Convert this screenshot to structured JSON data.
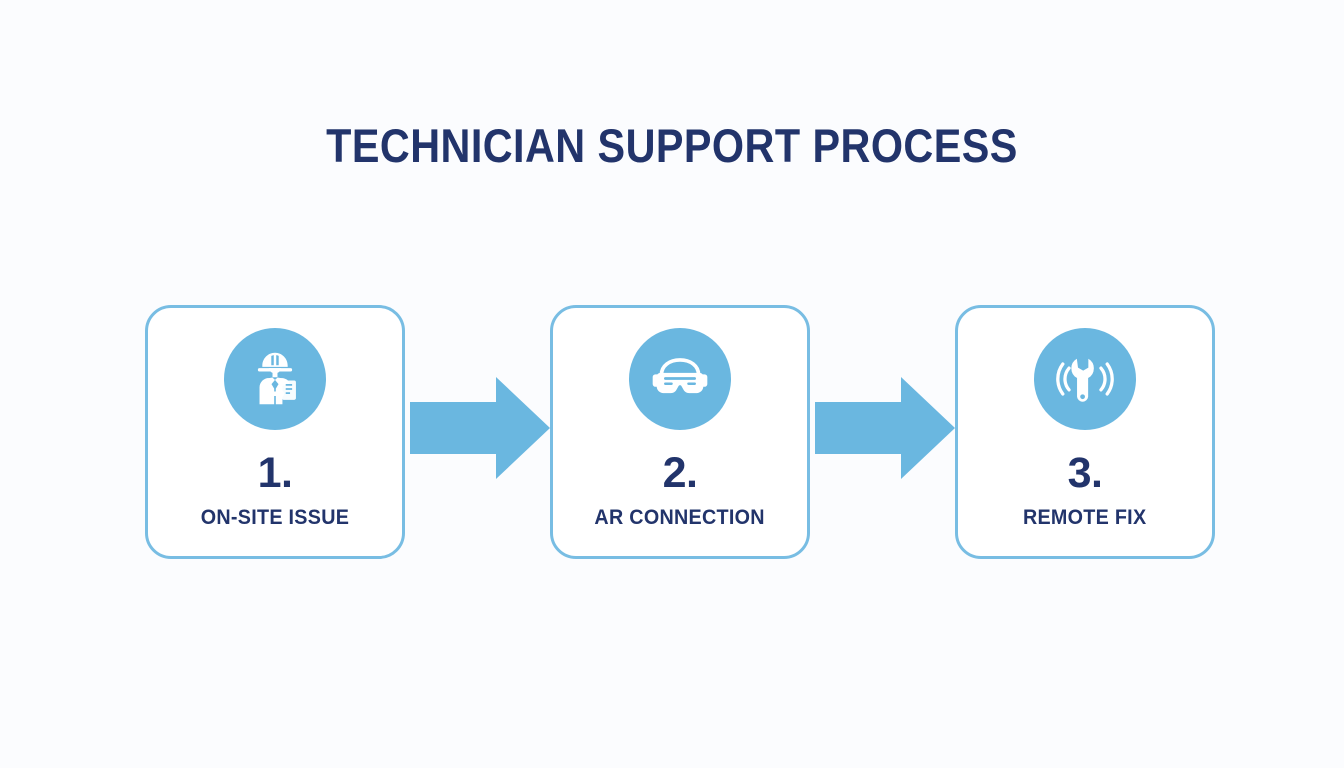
{
  "page": {
    "title": "TECHNICIAN SUPPORT PROCESS",
    "background_color": "#fbfcfe",
    "accent_color": "#6ab7e0",
    "card_border_color": "#78bde3",
    "text_color": "#22346b"
  },
  "flow": {
    "steps": [
      {
        "number": "1.",
        "label": "ON-SITE ISSUE",
        "icon": "technician-worker-icon"
      },
      {
        "number": "2.",
        "label": "AR CONNECTION",
        "icon": "ar-goggles-icon"
      },
      {
        "number": "3.",
        "label": "REMOTE FIX",
        "icon": "wrench-signal-icon"
      }
    ],
    "connectors": [
      {
        "icon": "arrow-right-icon"
      },
      {
        "icon": "arrow-right-icon"
      }
    ]
  }
}
